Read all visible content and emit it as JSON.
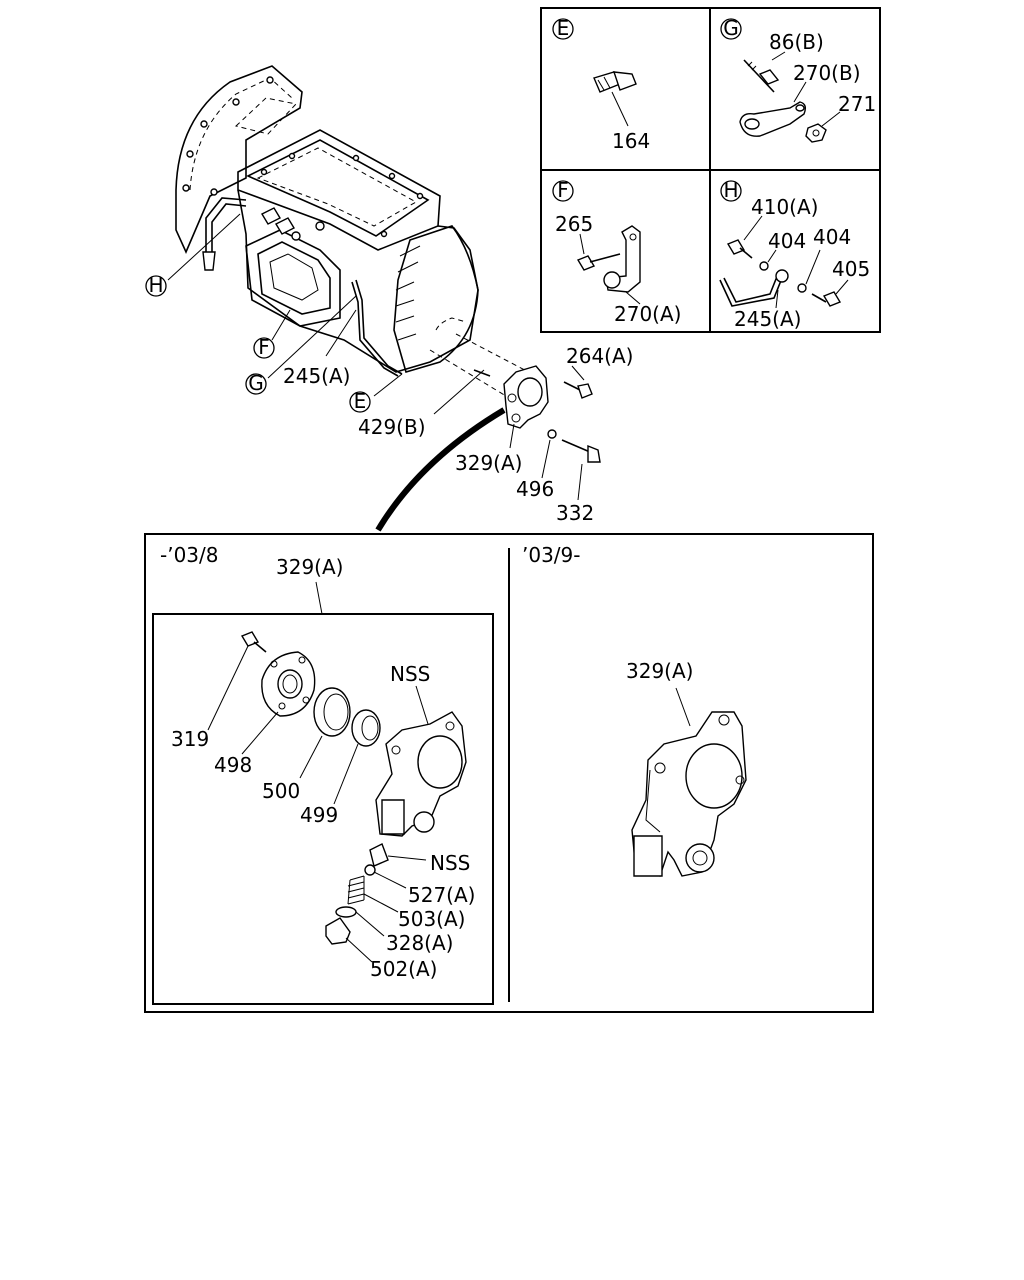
{
  "inset_labels": {
    "E": "E",
    "F": "F",
    "G": "G",
    "H": "H"
  },
  "part_labels": {
    "p164": "164",
    "p86b": "86(B)",
    "p270b": "270(B)",
    "p271": "271",
    "p265": "265",
    "p270a": "270(A)",
    "p410a": "410(A)",
    "p404a": "404",
    "p404b": "404",
    "p405": "405",
    "p245a_inset": "245(A)",
    "p264a": "264(A)",
    "p245a_main": "245(A)",
    "p429b": "429(B)",
    "p329a_main": "329(A)",
    "p496": "496",
    "p332": "332",
    "p329a_left": "329(A)",
    "p319": "319",
    "p498": "498",
    "p500": "500",
    "p499": "499",
    "nss_top": "NSS",
    "nss_mid": "NSS",
    "p527a": "527(A)",
    "p503a": "503(A)",
    "p328a": "328(A)",
    "p502a": "502(A)",
    "p329a_right": "329(A)"
  },
  "date_ranges": {
    "left": "-’03/8",
    "right": "’03/9-"
  }
}
